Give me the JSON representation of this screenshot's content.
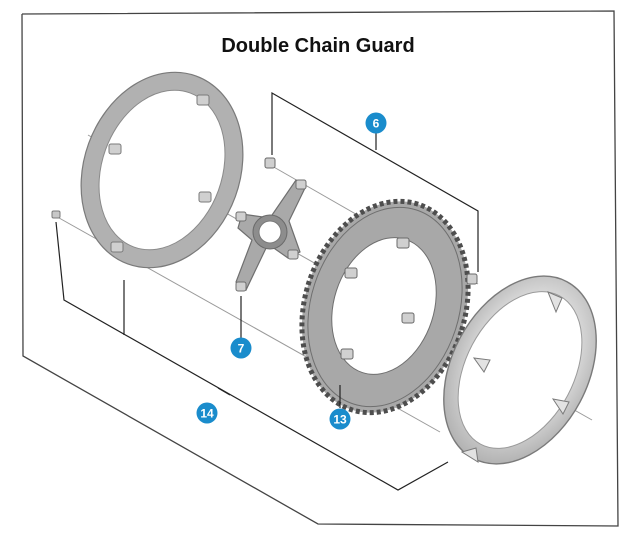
{
  "diagram": {
    "title": "Double Chain Guard",
    "callouts": [
      {
        "id": "callout-6",
        "label": "6"
      },
      {
        "id": "callout-7",
        "label": "7"
      },
      {
        "id": "callout-13",
        "label": "13"
      },
      {
        "id": "callout-14",
        "label": "14"
      }
    ],
    "colors": {
      "badge": "#1a8ccc",
      "part_gray": "#a9a9a9",
      "part_dark": "#7d7d7d",
      "frame": "#444444"
    }
  }
}
